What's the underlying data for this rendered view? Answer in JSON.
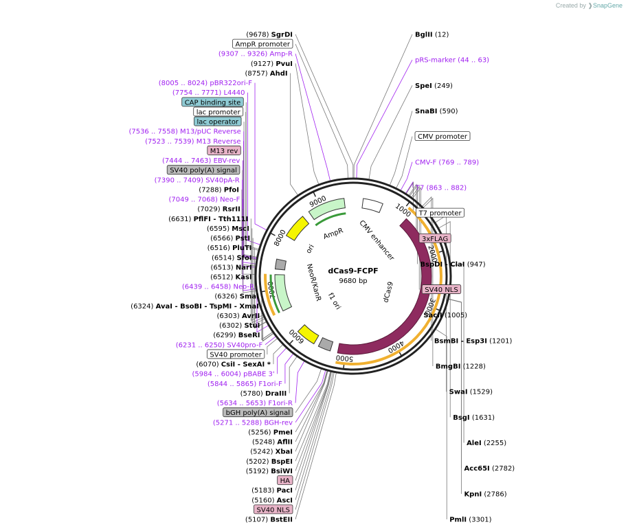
{
  "credit": {
    "prefix": "Created by",
    "brand": "SnapGene"
  },
  "plasmid": {
    "name": "dCas9-FCPF",
    "length": "9680 bp"
  },
  "colors": {
    "purple_label": "#a020f0",
    "cas9": "#8e2b5f",
    "ampR": "#c8f5c8",
    "ori": "#f5f500",
    "orf_orange": "#f0b030",
    "orf_green": "#3a9a3a",
    "cap": "#8fcbd4",
    "tag": "#e8b4c8",
    "polyA": "#bbbbbb"
  },
  "ring_ticks": [
    {
      "text": "1000",
      "pos": 1000
    },
    {
      "text": "2000",
      "pos": 2000
    },
    {
      "text": "3000",
      "pos": 3000
    },
    {
      "text": "4000",
      "pos": 4000
    },
    {
      "text": "5000",
      "pos": 5000
    },
    {
      "text": "6000",
      "pos": 6000
    },
    {
      "text": "7000",
      "pos": 7000
    },
    {
      "text": "8000",
      "pos": 8000
    },
    {
      "text": "9000",
      "pos": 9000
    }
  ],
  "inner_features": [
    {
      "text": "AmpR",
      "kind": "ampR"
    },
    {
      "text": "ori",
      "kind": "ori"
    },
    {
      "text": "NeoR/KanR",
      "kind": "neo"
    },
    {
      "text": "f1 ori",
      "kind": "f1"
    },
    {
      "text": "CMV enhancer",
      "kind": "cmv"
    },
    {
      "text": "dCas9",
      "kind": "cas9"
    }
  ],
  "labels": [
    {
      "name": "Amp-R",
      "range": "(9307 .. 9326)",
      "type": "primer",
      "pos": 9316
    },
    {
      "name": "PvuI",
      "num": "(9127)",
      "type": "enzyme",
      "pos": 9127
    },
    {
      "name": "AhdI",
      "num": "(8757)",
      "type": "enzyme",
      "pos": 8757
    },
    {
      "name": "pBR322ori-F",
      "range": "(8005 .. 8024)",
      "type": "primer",
      "pos": 8014
    },
    {
      "name": "L4440",
      "range": "(7754 .. 7771)",
      "type": "primer",
      "pos": 7762
    },
    {
      "name": "CAP binding site",
      "type": "box",
      "style": "cap",
      "pos": 7690
    },
    {
      "name": "lac promoter",
      "type": "box",
      "style": "white",
      "pos": 7670
    },
    {
      "name": "M13/pUC Reverse",
      "range": "(7536 .. 7558)",
      "type": "primer",
      "pos": 7547
    },
    {
      "name": "lac operator",
      "type": "box",
      "style": "cap",
      "pos": 7560
    },
    {
      "name": "M13 Reverse",
      "range": "(7523 .. 7539)",
      "type": "primer",
      "pos": 7531
    },
    {
      "name": "M13 rev",
      "type": "box",
      "style": "tag",
      "pos": 7520
    },
    {
      "name": "EBV-rev",
      "range": "(7444 .. 7463)",
      "type": "primer",
      "pos": 7453
    },
    {
      "name": "SV40 poly(A) signal",
      "type": "box",
      "style": "polyA",
      "pos": 7420
    },
    {
      "name": "SV40pA-R",
      "range": "(7390 .. 7409)",
      "type": "primer",
      "pos": 7399
    },
    {
      "name": "PfoI",
      "num": "(7288)",
      "type": "enzyme",
      "pos": 7288
    },
    {
      "name": "Neo-F",
      "range": "(7049 .. 7068)",
      "type": "primer",
      "pos": 7058
    },
    {
      "name": "RsrII",
      "num": "(7029)",
      "type": "enzyme",
      "pos": 7029
    },
    {
      "name": "PflFI  -  Tth111I",
      "num": "(6631)",
      "type": "enzyme",
      "pos": 6631
    },
    {
      "name": "MscI",
      "num": "(6595)",
      "type": "enzyme",
      "pos": 6595
    },
    {
      "name": "PstI",
      "num": "(6566)",
      "type": "enzyme",
      "pos": 6566
    },
    {
      "name": "PluTI",
      "num": "(6516)",
      "type": "enzyme",
      "pos": 6516
    },
    {
      "name": "SfoI",
      "num": "(6514)",
      "type": "enzyme",
      "pos": 6514
    },
    {
      "name": "NarI",
      "num": "(6513)",
      "type": "enzyme",
      "pos": 6513
    },
    {
      "name": "KasI",
      "num": "(6512)",
      "type": "enzyme",
      "pos": 6512
    },
    {
      "name": "Neo-R",
      "range": "(6439 .. 6458)",
      "type": "primer",
      "pos": 6448
    },
    {
      "name": "SmaI",
      "num": "(6326)",
      "type": "enzyme",
      "pos": 6326
    },
    {
      "name": "AvaI  -  BsoBI  -  TspMI  -  XmaI",
      "num": "(6324)",
      "type": "enzyme",
      "pos": 6324
    },
    {
      "name": "AvrII",
      "num": "(6303)",
      "type": "enzyme",
      "pos": 6303
    },
    {
      "name": "StuI",
      "num": "(6302)",
      "type": "enzyme",
      "pos": 6302
    },
    {
      "name": "BseRI",
      "num": "(6299)",
      "type": "enzyme",
      "pos": 6299
    },
    {
      "name": "SV40pro-F",
      "range": "(6231 .. 6250)",
      "type": "primer",
      "pos": 6240
    },
    {
      "name": "SV40 promoter",
      "type": "box",
      "style": "white",
      "pos": 6200
    },
    {
      "name": "CsiI  -  SexAI *",
      "num": "(6070)",
      "type": "enzyme",
      "pos": 6070
    },
    {
      "name": "pBABE 3'",
      "range": "(5984 .. 6004)",
      "type": "primer",
      "pos": 5994
    },
    {
      "name": "F1ori-F",
      "range": "(5844 .. 5865)",
      "type": "primer",
      "pos": 5854
    },
    {
      "name": "DraIII",
      "num": "(5780)",
      "type": "enzyme",
      "pos": 5780
    },
    {
      "name": "F1ori-R",
      "range": "(5634 .. 5653)",
      "type": "primer",
      "pos": 5643
    },
    {
      "name": "bGH poly(A) signal",
      "type": "box",
      "style": "polyA",
      "pos": 5350
    },
    {
      "name": "BGH-rev",
      "range": "(5271 .. 5288)",
      "type": "primer",
      "pos": 5279
    },
    {
      "name": "PmeI",
      "num": "(5256)",
      "type": "enzyme",
      "pos": 5256
    },
    {
      "name": "AflII",
      "num": "(5248)",
      "type": "enzyme",
      "pos": 5248
    },
    {
      "name": "XbaI",
      "num": "(5242)",
      "type": "enzyme",
      "pos": 5242
    },
    {
      "name": "BspEI",
      "num": "(5202)",
      "type": "enzyme",
      "pos": 5202
    },
    {
      "name": "HA",
      "type": "box",
      "style": "tag",
      "pos": 5190
    },
    {
      "name": "BsiWI",
      "num": "(5192)",
      "type": "enzyme",
      "pos": 5192
    },
    {
      "name": "PacI",
      "num": "(5183)",
      "type": "enzyme",
      "pos": 5183
    },
    {
      "name": "AscI",
      "num": "(5160)",
      "type": "enzyme",
      "pos": 5160
    },
    {
      "name": "SV40 NLS",
      "type": "box",
      "style": "tag",
      "pos": 5140
    },
    {
      "name": "BstEII",
      "num": "(5107)",
      "type": "enzyme",
      "pos": 5107
    },
    {
      "name": "PmlI",
      "num": "(3301)",
      "type": "enzyme",
      "pos": 3301
    },
    {
      "name": "KpnI",
      "num": "(2786)",
      "type": "enzyme",
      "pos": 2786
    },
    {
      "name": "Acc65I",
      "num": "(2782)",
      "type": "enzyme",
      "pos": 2782
    },
    {
      "name": "AleI",
      "num": "(2255)",
      "type": "enzyme",
      "pos": 2255
    },
    {
      "name": "BsgI",
      "num": "(1631)",
      "type": "enzyme",
      "pos": 1631
    },
    {
      "name": "SwaI",
      "num": "(1529)",
      "type": "enzyme",
      "pos": 1529
    },
    {
      "name": "BmgBI",
      "num": "(1228)",
      "type": "enzyme",
      "pos": 1228
    },
    {
      "name": "BsmBI  -  Esp3I",
      "num": "(1201)",
      "type": "enzyme",
      "pos": 1201
    },
    {
      "name": "SacII",
      "num": "(1005)",
      "type": "enzyme",
      "pos": 1005
    },
    {
      "name": "SV40 NLS",
      "type": "box",
      "style": "tag",
      "pos": 980
    },
    {
      "name": "BspDI  -  ClaI",
      "num": "(947)",
      "type": "enzyme",
      "pos": 947
    },
    {
      "name": "3xFLAG",
      "type": "box",
      "style": "tag",
      "pos": 930
    },
    {
      "name": "T7 promoter",
      "type": "box",
      "style": "white",
      "pos": 880
    },
    {
      "name": "T7",
      "range": "(863 .. 882)",
      "type": "primer",
      "pos": 872
    },
    {
      "name": "CMV-F",
      "range": "(769 .. 789)",
      "type": "primer",
      "pos": 779
    },
    {
      "name": "CMV promoter",
      "type": "box",
      "style": "white",
      "pos": 700
    },
    {
      "name": "SnaBI",
      "num": "(590)",
      "type": "enzyme",
      "pos": 590
    },
    {
      "name": "SpeI",
      "num": "(249)",
      "type": "enzyme",
      "pos": 249
    },
    {
      "name": "pRS-marker",
      "range": "(44 .. 63)",
      "type": "primer",
      "pos": 53
    },
    {
      "name": "BglII",
      "num": "(12)",
      "type": "enzyme",
      "pos": 12
    },
    {
      "name": "SgrDI",
      "num": "(9678)",
      "type": "enzyme",
      "pos": 9678
    },
    {
      "name": "AmpR promoter",
      "type": "box",
      "style": "white",
      "pos": 9600
    }
  ]
}
